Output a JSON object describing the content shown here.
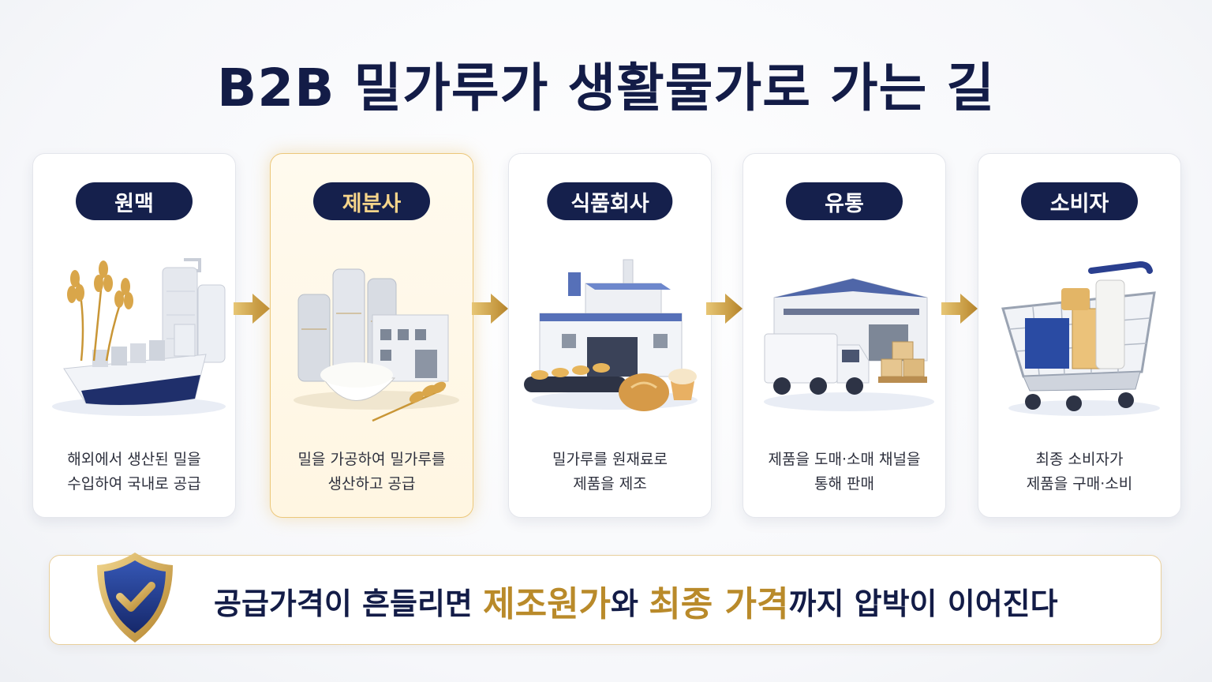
{
  "title": "B2B 밀가루가 생활물가로 가는 길",
  "stages": [
    {
      "label": "원맥",
      "desc_line1": "해외에서 생산된 밀을",
      "desc_line2": "수입하여 국내로 공급"
    },
    {
      "label": "제분사",
      "desc_line1": "밀을 가공하여 밀가루를",
      "desc_line2": "생산하고 공급"
    },
    {
      "label": "식품회사",
      "desc_line1": "밀가루를 원재료로",
      "desc_line2": "제품을 제조"
    },
    {
      "label": "유통",
      "desc_line1": "제품을 도매·소매 채널을",
      "desc_line2": "통해 판매"
    },
    {
      "label": "소비자",
      "desc_line1": "최종 소비자가",
      "desc_line2": "제품을 구매·소비"
    }
  ],
  "highlighted_stage": "제분사",
  "banner": {
    "part1": "공급가격이 흔들리면 ",
    "highlight1": "제조원가",
    "part2": "와 ",
    "highlight2": "최종 가격",
    "part3": "까지 압박이 이어진다",
    "icon": "shield-check-icon"
  },
  "colors": {
    "navy": "#15204c",
    "gold": "#c9993a",
    "highlight_label": "#f6d58a"
  },
  "icons": [
    "wheat-ship-silo-icon",
    "flour-mill-icon",
    "food-factory-icon",
    "warehouse-truck-icon",
    "shopping-cart-icon"
  ]
}
